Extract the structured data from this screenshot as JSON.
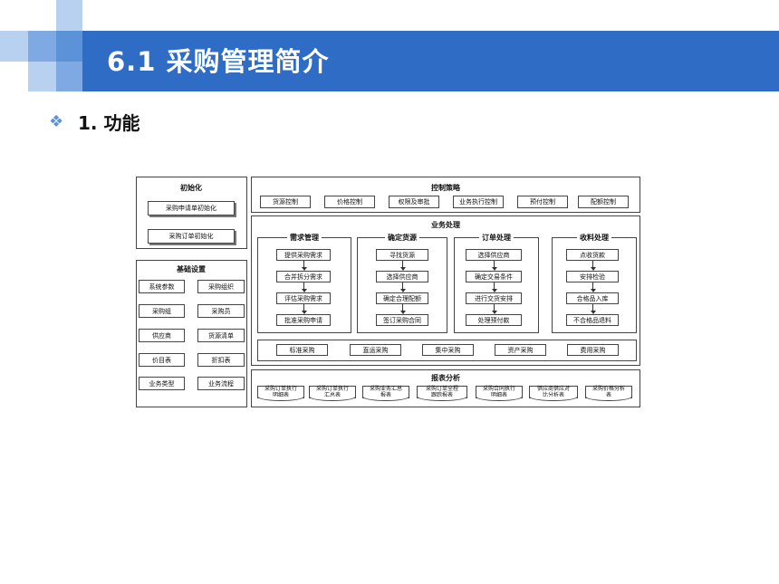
{
  "header": {
    "title": "6.1  采购管理简介",
    "subtitle": "1. 功能",
    "accent": "#2f6cc6",
    "square_light": "#b9d1f1",
    "square_mid": "#7fa9e3"
  },
  "diagram": {
    "init": {
      "title": "初始化",
      "items": [
        "采购申请单初始化",
        "采购订单初始化"
      ]
    },
    "basic": {
      "title": "基础设置",
      "items": [
        "系统参数",
        "采购组织",
        "采购组",
        "采购员",
        "供应商",
        "货源清单",
        "价目表",
        "折扣表",
        "业务类型",
        "业务流程"
      ]
    },
    "control": {
      "title": "控制策略",
      "items": [
        "货源控制",
        "价格控制",
        "权限及审批",
        "业务执行控制",
        "预付控制",
        "配额控制"
      ]
    },
    "business": {
      "title": "业务处理",
      "columns": [
        {
          "title": "需求管理",
          "steps": [
            "提供采购需求",
            "合并拆分需求",
            "评估采购需求",
            "批准采购申请"
          ]
        },
        {
          "title": "确定货源",
          "steps": [
            "寻找货源",
            "选择供应商",
            "确定合理配额",
            "签订采购合同"
          ]
        },
        {
          "title": "订单处理",
          "steps": [
            "选择供应商",
            "确定交易条件",
            "进行交货安排",
            "处理预付款"
          ]
        },
        {
          "title": "收料处理",
          "steps": [
            "点收货款",
            "安排检验",
            "合格品入库",
            "不合格品退料"
          ]
        }
      ],
      "types": [
        "标准采购",
        "直运采购",
        "集中采购",
        "资产采购",
        "费用采购"
      ]
    },
    "reports": {
      "title": "报表分析",
      "items": [
        "采购订单执行\n明细表",
        "采购订单执行\n汇总表",
        "采购业务汇总\n报表",
        "采购订单全程\n跟踪报表",
        "采购合同执行\n明细表",
        "供应商供应对\n比分析表",
        "采购价格分析\n表"
      ]
    }
  }
}
